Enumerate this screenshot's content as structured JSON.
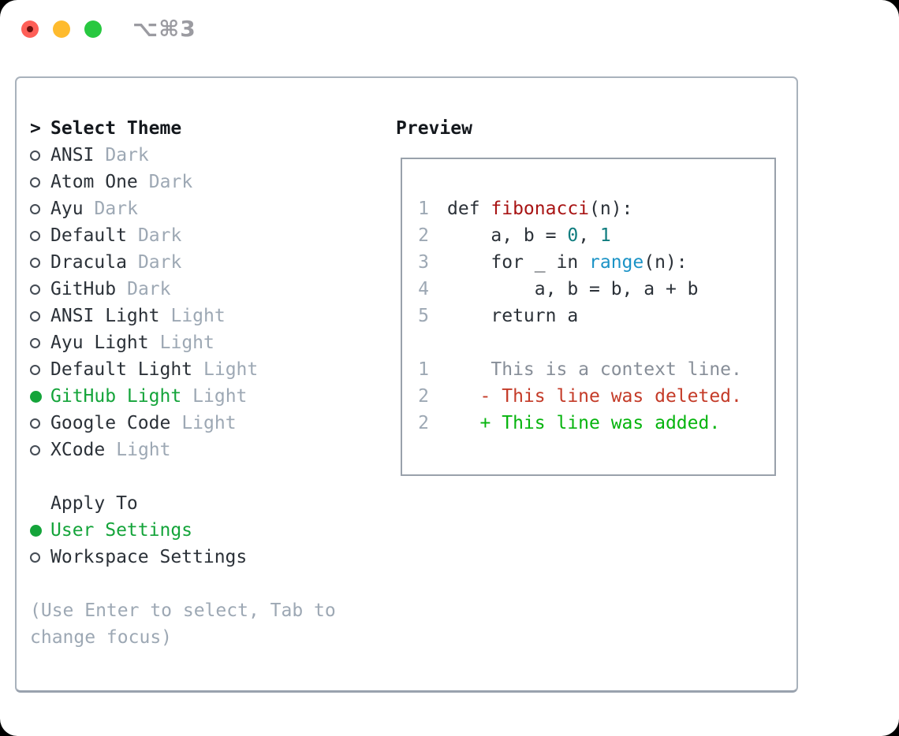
{
  "window": {
    "title": "⌥⌘3",
    "traffic_lights": [
      {
        "name": "close",
        "color": "#fe5f57"
      },
      {
        "name": "minimize",
        "color": "#febb2e"
      },
      {
        "name": "zoom",
        "color": "#28c840"
      }
    ]
  },
  "theme_panel": {
    "header": {
      "prefix": ">",
      "label": "Select Theme"
    },
    "themes": [
      {
        "name": "ANSI",
        "variant": "Dark",
        "selected": false
      },
      {
        "name": "Atom One",
        "variant": "Dark",
        "selected": false
      },
      {
        "name": "Ayu",
        "variant": "Dark",
        "selected": false
      },
      {
        "name": "Default",
        "variant": "Dark",
        "selected": false
      },
      {
        "name": "Dracula",
        "variant": "Dark",
        "selected": false
      },
      {
        "name": "GitHub",
        "variant": "Dark",
        "selected": false
      },
      {
        "name": "ANSI Light",
        "variant": "Light",
        "selected": false
      },
      {
        "name": "Ayu Light",
        "variant": "Light",
        "selected": false
      },
      {
        "name": "Default Light",
        "variant": "Light",
        "selected": false
      },
      {
        "name": "GitHub Light",
        "variant": "Light",
        "selected": true
      },
      {
        "name": "Google Code",
        "variant": "Light",
        "selected": false
      },
      {
        "name": "XCode",
        "variant": "Light",
        "selected": false
      }
    ],
    "apply_to": {
      "label": "Apply To",
      "options": [
        {
          "name": "User Settings",
          "selected": true
        },
        {
          "name": "Workspace Settings",
          "selected": false
        }
      ]
    },
    "help_text": "(Use Enter to select, Tab to change focus)"
  },
  "preview": {
    "title": "Preview",
    "lines": [
      {
        "num": "1",
        "tokens": [
          {
            "t": "def ",
            "c": "code_text"
          },
          {
            "t": "fibonacci",
            "c": "function_red"
          },
          {
            "t": "(n):",
            "c": "code_text"
          }
        ]
      },
      {
        "num": "2",
        "tokens": [
          {
            "t": "    a, b = ",
            "c": "code_text"
          },
          {
            "t": "0",
            "c": "number_teal"
          },
          {
            "t": ", ",
            "c": "code_text"
          },
          {
            "t": "1",
            "c": "number_teal"
          }
        ]
      },
      {
        "num": "3",
        "tokens": [
          {
            "t": "    for _ in ",
            "c": "code_text"
          },
          {
            "t": "range",
            "c": "builtin_blue"
          },
          {
            "t": "(n):",
            "c": "code_text"
          }
        ]
      },
      {
        "num": "4",
        "tokens": [
          {
            "t": "        a, b = b, a + b",
            "c": "code_text"
          }
        ]
      },
      {
        "num": "5",
        "tokens": [
          {
            "t": "    return a",
            "c": "code_text"
          }
        ]
      },
      {
        "num": "",
        "tokens": []
      },
      {
        "num": "1",
        "tokens": [
          {
            "t": "    This is a context line.",
            "c": "context_gray"
          }
        ]
      },
      {
        "num": "2",
        "tokens": [
          {
            "t": "   - This line was deleted.",
            "c": "deleted_red"
          }
        ]
      },
      {
        "num": "2",
        "tokens": [
          {
            "t": "   + This line was added.",
            "c": "added_green"
          }
        ]
      }
    ]
  },
  "colors": {
    "code_text": "#2b3138",
    "function_red": "#a81414",
    "number_teal": "#0e7c7e",
    "builtin_blue": "#1b93c6",
    "context_gray": "#878e98",
    "deleted_red": "#c43b28",
    "added_green": "#06b40e",
    "selected_green": "#14a43a",
    "muted_gray": "#9da8b4"
  }
}
